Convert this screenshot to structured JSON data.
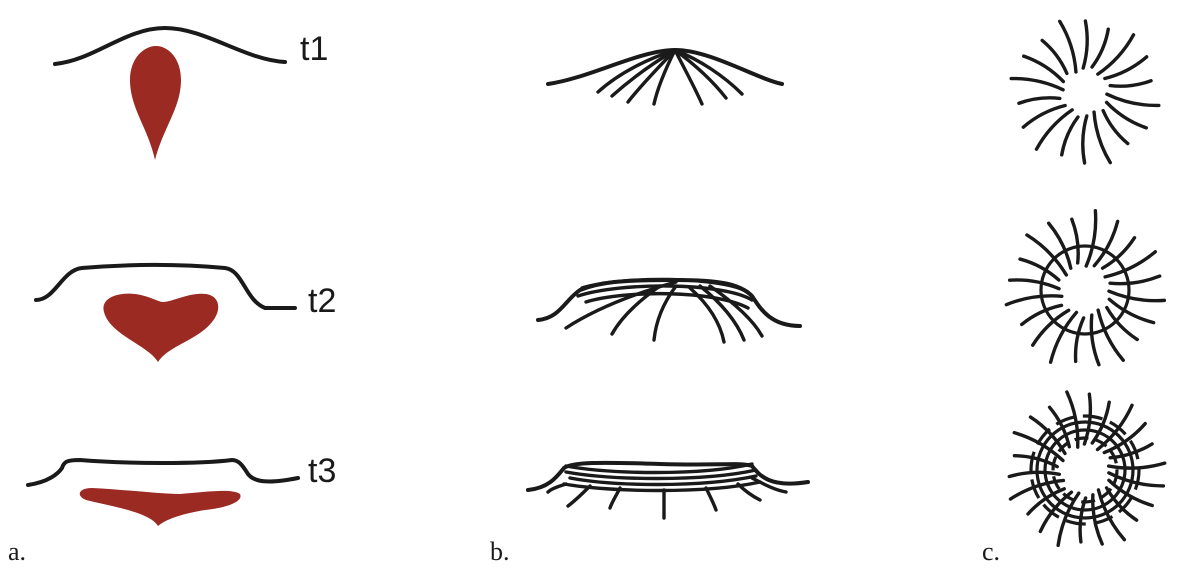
{
  "colors": {
    "line": "#1a1a1a",
    "shape_fill": "#9b2a23",
    "background": "#ffffff"
  },
  "time_labels": {
    "t1": "t1",
    "t2": "t2",
    "t3": "t3"
  },
  "panel_labels": {
    "a": "a.",
    "b": "b.",
    "c": "c."
  }
}
